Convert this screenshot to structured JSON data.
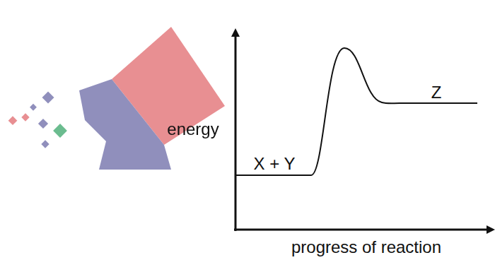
{
  "diagram": {
    "labels": [
      "energy",
      "X + Y",
      "Z",
      "progress of reaction"
    ]
  }
}
